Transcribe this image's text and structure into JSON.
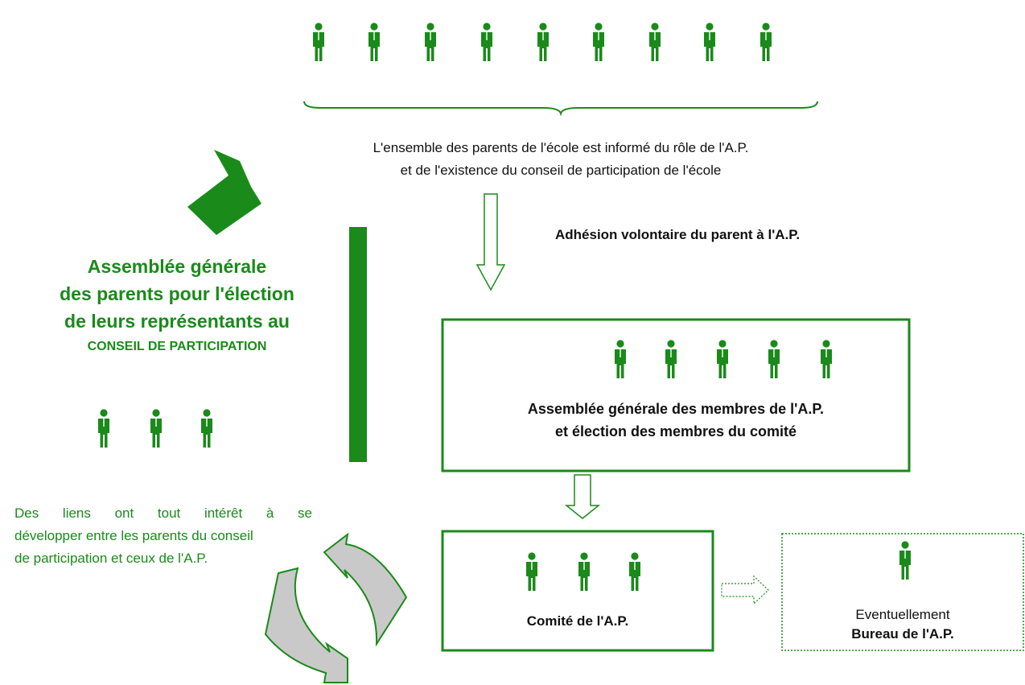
{
  "colors": {
    "green": "#1a8a1a",
    "dark_green": "#0e6f0e",
    "arrow_fill": "#c9c9c9"
  },
  "top": {
    "info_line1": "L'ensemble des parents de l'école est informé du rôle de l'A.P.",
    "info_line2": "et de l'existence du conseil de participation de l'école"
  },
  "adhesion_label": "Adhésion volontaire du parent à l'A.P.",
  "left_panel": {
    "title_line1": "Assemblée générale",
    "title_line2": "des parents pour l'élection",
    "title_line3": "de leurs représentants au",
    "title_line4": "CONSEIL DE PARTICIPATION"
  },
  "assembly_box": {
    "line1": "Assemblée générale des membres de l'A.P.",
    "line2": "et élection des membres du comité"
  },
  "committee_box": {
    "label": "Comité de l'A.P."
  },
  "bureau_box": {
    "line1": "Eventuellement",
    "line2": "Bureau de l'A.P."
  },
  "links_note": {
    "line1": "Des liens ont tout intérêt à se",
    "line2": "développer entre les parents du conseil",
    "line3": "de participation et ceux de l'A.P."
  },
  "icons": [
    "person-icon",
    "big-arrow-icon",
    "cycle-arrows-icon"
  ]
}
